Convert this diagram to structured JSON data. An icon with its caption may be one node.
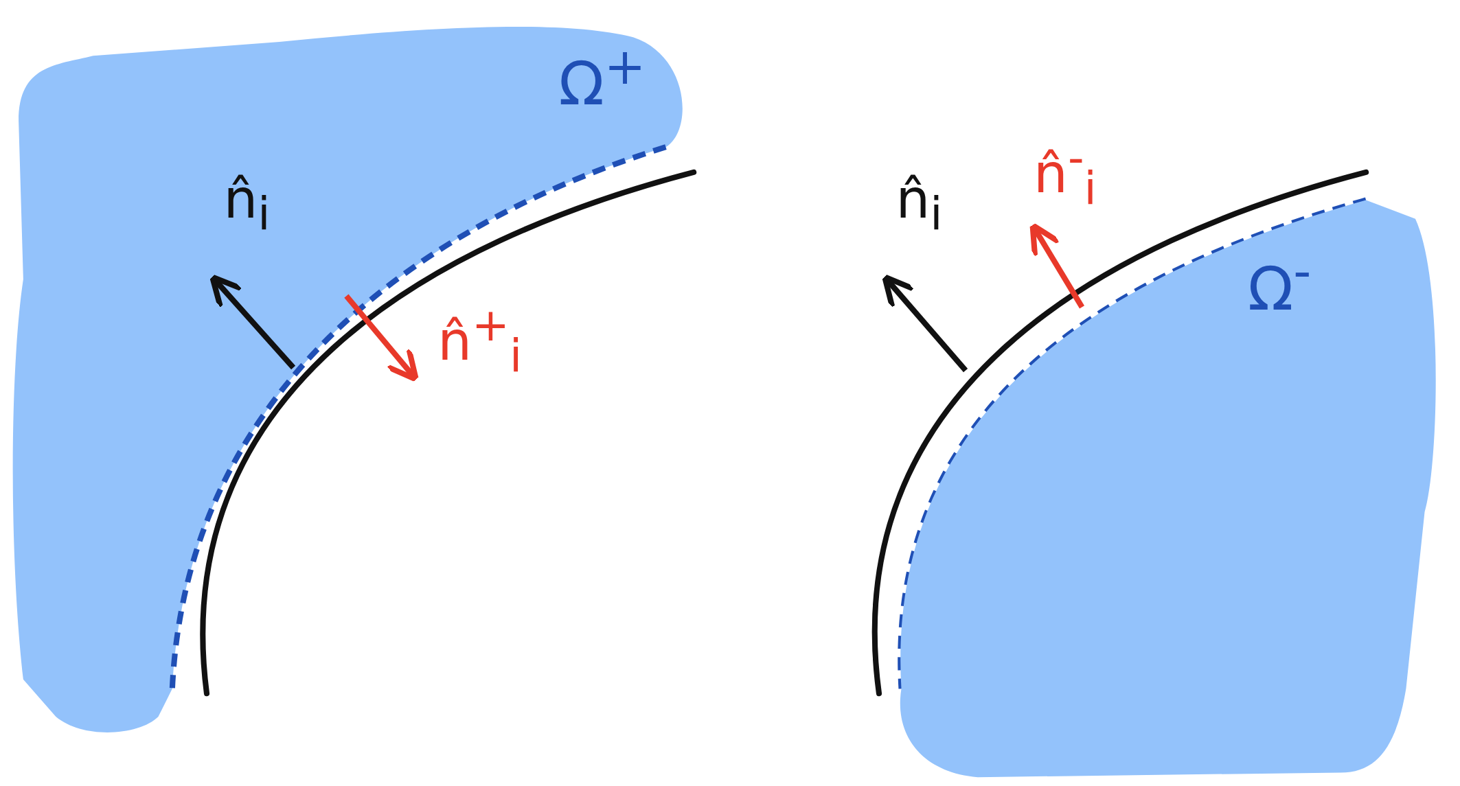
{
  "diagram": {
    "nodes": [
      {
        "text": [
          "Ω$^{+}$"
        ]
      },
      {
        "text": [
          "Ω$^{-}$"
        ]
      }
    ],
    "labels": [
      "n̂$_{i}$",
      "n̂$^{+}$$_{i}$",
      "n̂$_{i}$",
      "n̂$^{-}$$_{i}$"
    ]
  }
}
